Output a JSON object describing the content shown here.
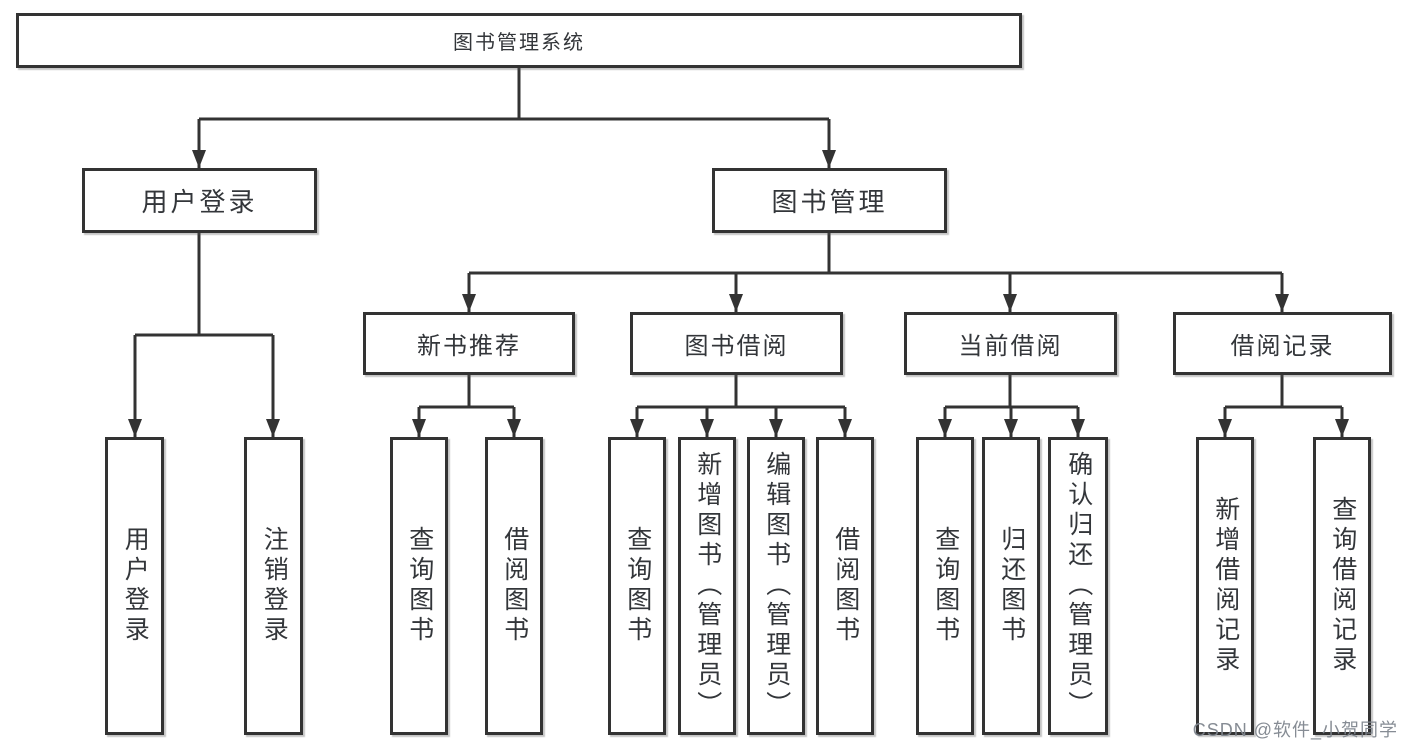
{
  "colors": {
    "line": "#333333",
    "box_border": "#333333",
    "text": "#33363a",
    "watermark": "#80868e",
    "background": "#ffffff"
  },
  "watermark": "CSDN @软件_小贺同学",
  "diagram": {
    "root": {
      "label": "图书管理系统"
    },
    "user_login": {
      "label": "用户登录",
      "children": [
        {
          "label": "用户登录"
        },
        {
          "label": "注销登录"
        }
      ]
    },
    "book_mgmt": {
      "label": "图书管理",
      "children": [
        {
          "label": "新书推荐",
          "children": [
            {
              "label": "查询图书"
            },
            {
              "label": "借阅图书"
            }
          ]
        },
        {
          "label": "图书借阅",
          "children": [
            {
              "label": "查询图书"
            },
            {
              "label": "新增图书（管理员）"
            },
            {
              "label": "编辑图书（管理员）"
            },
            {
              "label": "借阅图书"
            }
          ]
        },
        {
          "label": "当前借阅",
          "children": [
            {
              "label": "查询图书"
            },
            {
              "label": "归还图书"
            },
            {
              "label": "确认归还（管理员）"
            }
          ]
        },
        {
          "label": "借阅记录",
          "children": [
            {
              "label": "新增借阅记录"
            },
            {
              "label": "查询借阅记录"
            }
          ]
        }
      ]
    }
  }
}
